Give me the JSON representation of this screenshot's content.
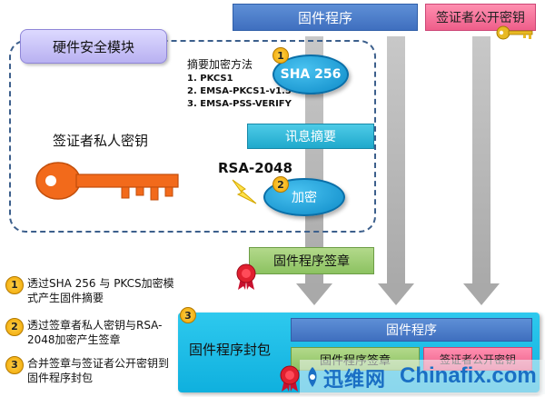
{
  "top": {
    "firmware": "固件程序",
    "public_key": "签证者公开密钥"
  },
  "hsm": {
    "title": "硬件安全模块"
  },
  "methods": {
    "title": "摘要加密方法",
    "items": [
      "1. PKCS1",
      "2. EMSA-PKCS1-v1.5",
      "3. EMSA-PSS-VERIFY"
    ]
  },
  "sha": {
    "label": "SHA 256",
    "badge": "1"
  },
  "digest": {
    "label": "讯息摘要"
  },
  "rsa": {
    "label": "RSA-2048"
  },
  "encrypt": {
    "label": "加密",
    "badge": "2"
  },
  "private_key": {
    "label": "签证者私人密钥"
  },
  "signature": {
    "label": "固件程序签章"
  },
  "steps": [
    {
      "num": "1",
      "text": "透过SHA 256 与 PKCS加密模式产生固件摘要"
    },
    {
      "num": "2",
      "text": "透过签章者私人密钥与RSA-2048加密产生签章"
    },
    {
      "num": "3",
      "text": "合并签章与签证者公开密钥到固件程序封包"
    }
  ],
  "package": {
    "badge": "3",
    "label": "固件程序封包",
    "firmware": "固件程序",
    "signature": "固件程序签章",
    "public_key": "签证者公开密钥"
  },
  "watermark": {
    "cn": "迅维网",
    "en": "Chinafix.com"
  },
  "colors": {
    "blue_box": "#3f6fbf",
    "pink_box": "#ee5e8a",
    "cyan": "#1fa9cc",
    "green": "#8cc261",
    "orange_key": "#f26a1b",
    "gold_key": "#e8b923",
    "frame": "#3c5f8c"
  }
}
